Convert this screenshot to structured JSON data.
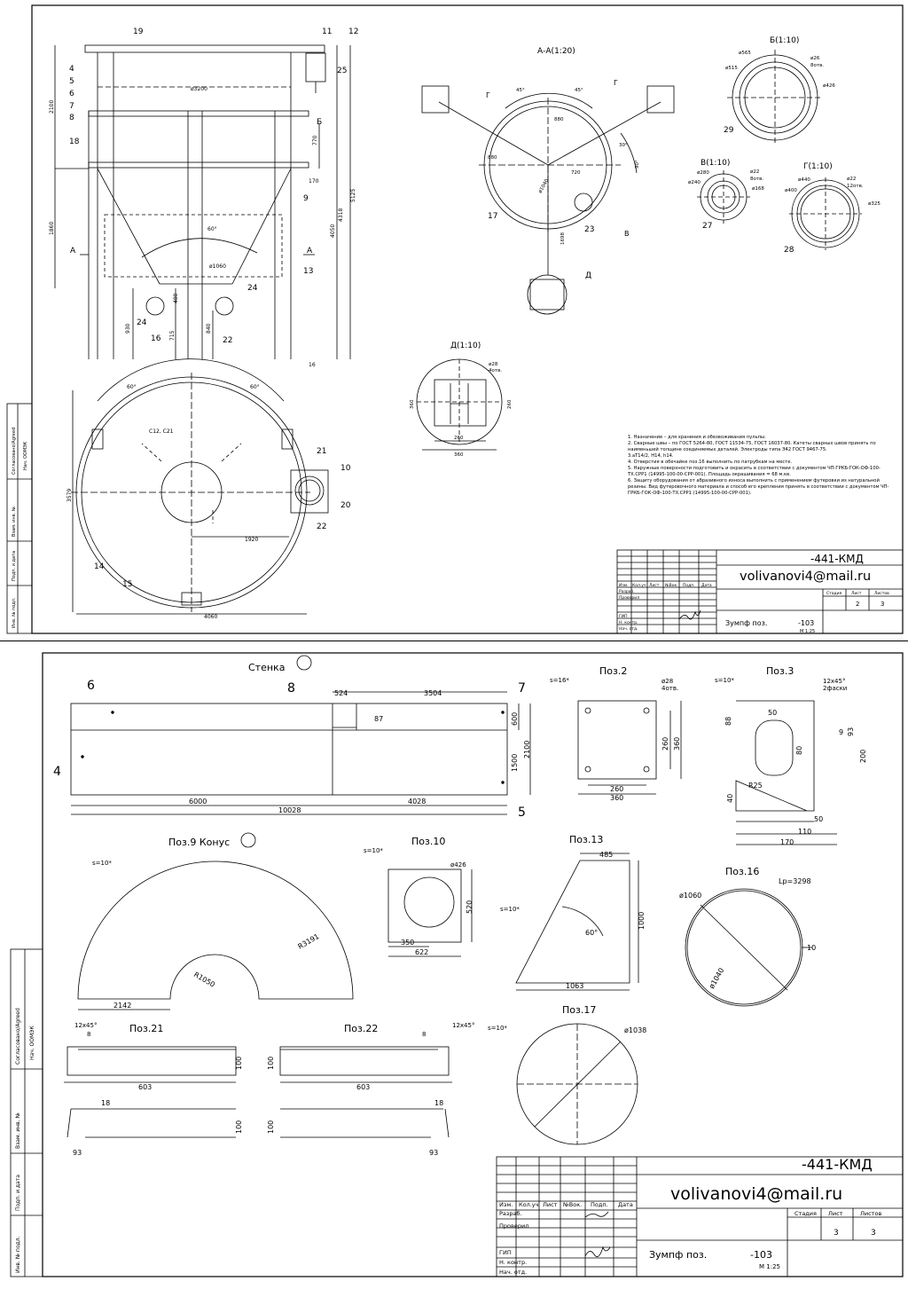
{
  "sheet1": {
    "section_aa": "А-А(1:20)",
    "detail_b": "Б(1:10)",
    "detail_v": "В(1:10)",
    "detail_g": "Г(1:10)",
    "detail_d": "Д(1:10)",
    "labels": [
      "19",
      "11",
      "12",
      "25",
      "4",
      "5",
      "6",
      "7",
      "8",
      "18",
      "9",
      "13",
      "24",
      "24",
      "16",
      "22",
      "17",
      "23",
      "Д",
      "29",
      "27",
      "28",
      "21",
      "10",
      "20",
      "22",
      "14",
      "15",
      "Г",
      "Г",
      "В",
      "А",
      "А",
      "Б"
    ],
    "dims": {
      "d3200": "ø3200",
      "d1060": "ø1060",
      "h2100": "2100",
      "h1860": "1860",
      "h770": "770",
      "h170": "170",
      "h4050": "4050",
      "h4318": "4318",
      "h5125": "5125",
      "h930": "930",
      "h715": "715",
      "h840": "840",
      "h480": "480",
      "h16": "16",
      "ang60": "60°",
      "w3579": "3579",
      "w1920": "1920",
      "w4060": "4060",
      "c12": "С12, С21",
      "ang45a": "45°",
      "ang45b": "45°",
      "d880a": "880",
      "d880b": "880",
      "d1040": "ø1040",
      "d720": "720",
      "d30": "30°",
      "d90": "90°",
      "d1698": "1698",
      "b565": "ø565",
      "b515": "ø515",
      "b26": "ø26",
      "b8otv": "8отв.",
      "b426": "ø426",
      "v280": "ø280",
      "v240": "ø240",
      "v22": "ø22",
      "v8otv": "8отв.",
      "v168": "ø168",
      "g440": "ø440",
      "g400": "ø400",
      "g22": "ø22",
      "g12otv": "12отв.",
      "g325": "ø325",
      "d28": "ø28",
      "d4otv": "4отв.",
      "d360": "360",
      "d260": "260",
      "d260b": "260",
      "d360b": "360",
      "ang60b": "60°",
      "ang60c": "60°"
    },
    "notes": [
      "1. Назначение – для хранения и обезвоживания пульпы.",
      "2. Сварные швы – по ГОСТ 5264-80, ГОСТ 11534-75, ГОСТ 16037-80. Катеты сварных швов принять по наименьшей толщине соединяемых деталей. Электроды типа Э42 ГОСТ 9467-75.",
      "3.aT14/2, H14, h14.",
      "4. Отверстия в обечайке поз.16 выполнить по патрубкам на месте.",
      "5. Наружные поверхности подготовить и окрасить в соответствии с документом ЧП-ГРКБ-ГОК-ОФ-100-ТХ.СРР1 (14995-100-00-СРР-001). Площадь окрашивания = 68 м.кв.",
      "6. Защиту оборудования от абразивного износа выполнить с применением футеровки из натуральной резины. Вид футеровочного материала и способ его крепления принять в соответствии с документом ЧП-ГРКБ-ГОК-ОФ-100-ТХ.СРР1 (14995-100-00-СРР-001)."
    ],
    "stamp": {
      "code": "-441-КМД",
      "email": "volivanovi4@mail.ru",
      "title": "Зумпф поз.",
      "pos": "-103",
      "scale": "М 1:25",
      "stage_h": "Стадия",
      "sheet_h": "Лист",
      "sheets_h": "Листов",
      "sheet": "2",
      "sheets": "3",
      "rows": [
        "Изм.",
        "Кол.уч",
        "Лист",
        "№Вок.",
        "Подп.",
        "Дата"
      ],
      "roles": [
        "Разраб.",
        "Проверил",
        "",
        "ГИП",
        "Н. контр.",
        "Нач. отд."
      ]
    },
    "side": [
      "Согласовано/Agreed",
      "Нач. ООМЭК",
      "Взам. инв. №",
      "Подп. и дата",
      "Инв. № подл."
    ]
  },
  "sheet2": {
    "wall": "Стенка",
    "poz2": "Поз.2",
    "poz3": "Поз.3",
    "poz9": "Поз.9 Конус",
    "poz10": "Поз.10",
    "poz13": "Поз.13",
    "poz16": "Поз.16",
    "poz17": "Поз.17",
    "poz21": "Поз.21",
    "poz22": "Поз.22",
    "labels": [
      "6",
      "8",
      "7",
      "4",
      "5"
    ],
    "dims": {
      "w524": "524",
      "w3504": "3504",
      "h87": "87",
      "h600": "600",
      "h1500": "1500",
      "h2100": "2100",
      "w6000": "6000",
      "w4028": "4028",
      "w10028": "10028",
      "s16": "s=16*",
      "p2_d28": "ø28",
      "p2_4otv": "4отв.",
      "p2_260": "260",
      "p2_360": "360",
      "p2_260b": "260",
      "p2_360b": "360",
      "s10a": "s=10*",
      "p3_c": "12x45°",
      "p3_c2": "2фаски",
      "p3_50": "50",
      "p3_88": "88",
      "p3_80": "80",
      "p3_9": "9",
      "p3_93": "93",
      "p3_200": "200",
      "p3_r25": "R25",
      "p3_40": "40",
      "p3_50b": "50",
      "p3_110": "110",
      "p3_170": "170",
      "s10b": "s=10*",
      "r3191": "R3191",
      "r1050": "R1050",
      "w2142": "2142",
      "s10c": "s=10*",
      "p10_d426": "ø426",
      "p10_520": "520",
      "p10_350": "350",
      "p10_622": "622",
      "s10d": "s=10*",
      "p13_485": "485",
      "p13_1000": "1000",
      "p13_60": "60°",
      "p13_1063": "1063",
      "p16_d1060": "ø1060",
      "p16_lp": "Lр=3298",
      "p16_d1040": "ø1040",
      "p16_10": "10",
      "s10e": "s=10*",
      "p17_d1038": "ø1038",
      "p21_c": "12x45°",
      "p21_8": "8",
      "p21_100": "100",
      "p21_603": "603",
      "p21_18": "18",
      "p21_100b": "100",
      "p21_93": "93",
      "p22_c": "12x45°",
      "p22_8": "8",
      "p22_100": "100",
      "p22_603": "603",
      "p22_18": "18",
      "p22_100b": "100",
      "p22_93": "93"
    },
    "stamp": {
      "code": "-441-КМД",
      "email": "volivanovi4@mail.ru",
      "title": "Зумпф поз.",
      "pos": "-103",
      "scale": "М 1:25",
      "stage_h": "Стадия",
      "sheet_h": "Лист",
      "sheets_h": "Листов",
      "sheet": "3",
      "sheets": "3",
      "rows": [
        "Изм.",
        "Кол.уч",
        "Лист",
        "№Вок.",
        "Подп.",
        "Дата"
      ],
      "roles": [
        "Разраб.",
        "Проверил",
        "",
        "ГИП",
        "Н. контр.",
        "Нач. отд."
      ]
    },
    "side": [
      "Согласовано/Agreed",
      "Нач. ООМЭК",
      "Взам. инв. №",
      "Подп. и дата",
      "Инв. № подл."
    ]
  }
}
